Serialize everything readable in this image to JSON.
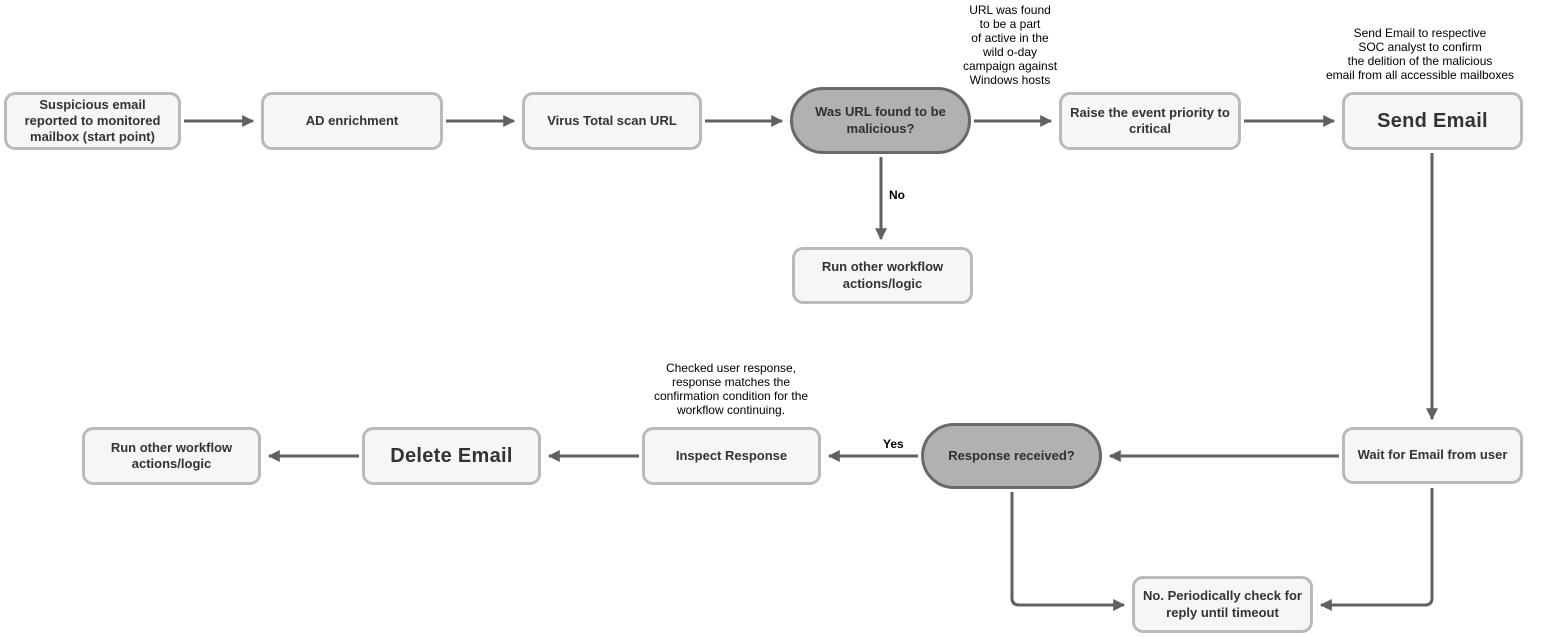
{
  "diagram": {
    "nodes": {
      "start": {
        "label": "Suspicious email reported to monitored mailbox (start point)"
      },
      "ad_enrichment": {
        "label": "AD enrichment"
      },
      "virus_total": {
        "label": "Virus Total scan URL"
      },
      "url_decision": {
        "label": "Was URL found to be malicious?"
      },
      "raise_priority": {
        "label": "Raise the event priority to critical"
      },
      "send_email": {
        "label": "Send Email"
      },
      "run_other_top": {
        "label": "Run other workflow actions/logic"
      },
      "wait_email": {
        "label": "Wait for Email from user"
      },
      "response_decision": {
        "label": "Response received?"
      },
      "inspect_response": {
        "label": "Inspect Response"
      },
      "delete_email": {
        "label": "Delete Email"
      },
      "run_other_bottom": {
        "label": "Run other workflow actions/logic"
      },
      "periodic_check": {
        "label": "No. Periodically check for reply until timeout"
      }
    },
    "annotations": {
      "url_campaign": "URL was found\nto be a part\nof active in the\nwild o-day\ncampaign against\nWindows hosts",
      "send_email_note": "Send Email to respective\nSOC analyst to confirm\nthe delition of the malicious\nemail from all accessible mailboxes",
      "checked_response": "Checked user response,\nresponse matches the\nconfirmation condition for the\nworkflow continuing."
    },
    "edge_labels": {
      "no": "No",
      "yes": "Yes"
    },
    "colors": {
      "node_fill": "#f6f6f6",
      "node_border": "#bababa",
      "decision_fill": "#b1b1b1",
      "decision_border": "#696969",
      "arrow": "#616161",
      "text": "#333333"
    }
  }
}
